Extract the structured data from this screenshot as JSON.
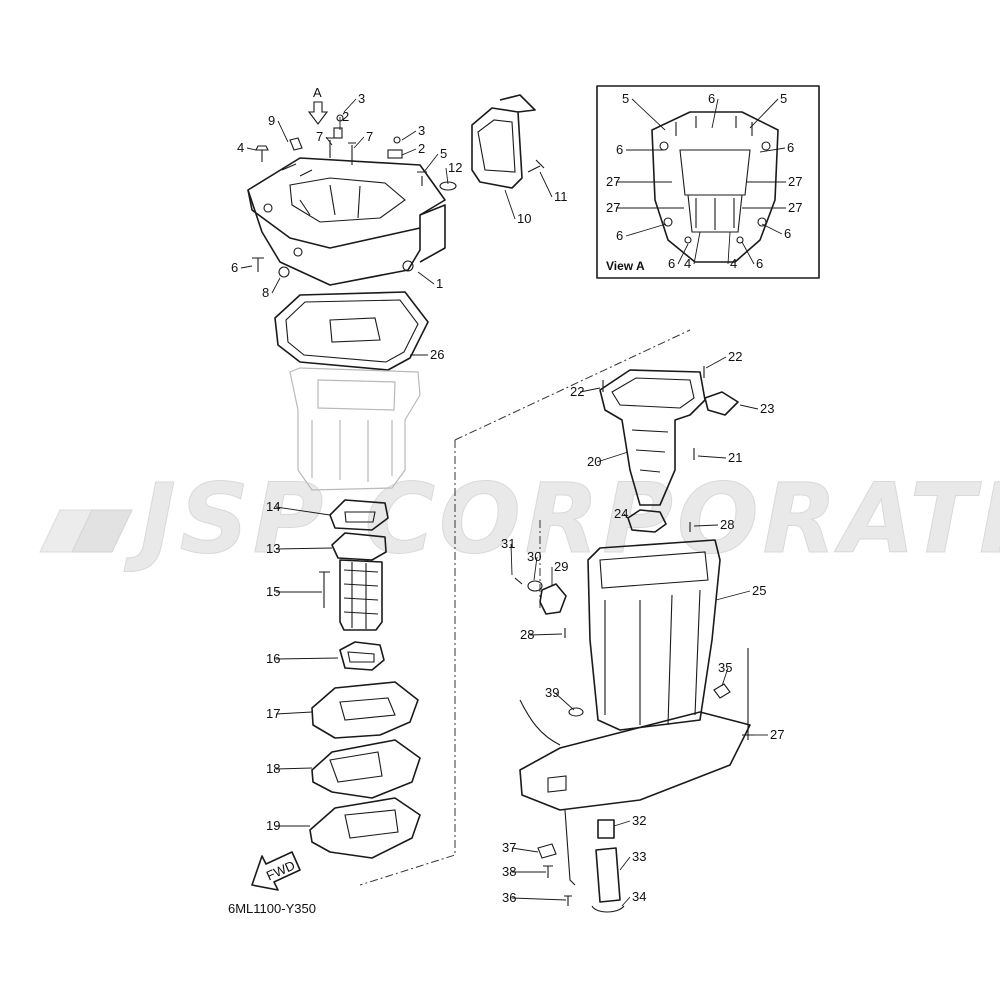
{
  "watermark": "JSP CORPORATION",
  "figure_code": "6ML1100-Y350",
  "view_arrow_label": "A",
  "fwd_label": "FWD",
  "inset": {
    "title": "View A"
  },
  "callouts": [
    {
      "id": "c1",
      "text": "1"
    },
    {
      "id": "c2a",
      "text": "2"
    },
    {
      "id": "c2b",
      "text": "2"
    },
    {
      "id": "c3a",
      "text": "3"
    },
    {
      "id": "c3b",
      "text": "3"
    },
    {
      "id": "c4",
      "text": "4"
    },
    {
      "id": "c5",
      "text": "5"
    },
    {
      "id": "c6",
      "text": "6"
    },
    {
      "id": "c7a",
      "text": "7"
    },
    {
      "id": "c7b",
      "text": "7"
    },
    {
      "id": "c8",
      "text": "8"
    },
    {
      "id": "c9",
      "text": "9"
    },
    {
      "id": "c10",
      "text": "10"
    },
    {
      "id": "c11",
      "text": "11"
    },
    {
      "id": "c12",
      "text": "12"
    },
    {
      "id": "c13",
      "text": "13"
    },
    {
      "id": "c14",
      "text": "14"
    },
    {
      "id": "c15",
      "text": "15"
    },
    {
      "id": "c16",
      "text": "16"
    },
    {
      "id": "c17",
      "text": "17"
    },
    {
      "id": "c18",
      "text": "18"
    },
    {
      "id": "c19",
      "text": "19"
    },
    {
      "id": "c20",
      "text": "20"
    },
    {
      "id": "c21",
      "text": "21"
    },
    {
      "id": "c22a",
      "text": "22"
    },
    {
      "id": "c22b",
      "text": "22"
    },
    {
      "id": "c23",
      "text": "23"
    },
    {
      "id": "c24",
      "text": "24"
    },
    {
      "id": "c25",
      "text": "25"
    },
    {
      "id": "c26",
      "text": "26"
    },
    {
      "id": "c27",
      "text": "27"
    },
    {
      "id": "c28a",
      "text": "28"
    },
    {
      "id": "c28b",
      "text": "28"
    },
    {
      "id": "c29",
      "text": "29"
    },
    {
      "id": "c30",
      "text": "30"
    },
    {
      "id": "c31",
      "text": "31"
    },
    {
      "id": "c32",
      "text": "32"
    },
    {
      "id": "c33",
      "text": "33"
    },
    {
      "id": "c34",
      "text": "34"
    },
    {
      "id": "c35",
      "text": "35"
    },
    {
      "id": "c36",
      "text": "36"
    },
    {
      "id": "c37",
      "text": "37"
    },
    {
      "id": "c38",
      "text": "38"
    },
    {
      "id": "c39",
      "text": "39"
    }
  ],
  "inset_callouts": [
    {
      "id": "v5a",
      "text": "5"
    },
    {
      "id": "v6a",
      "text": "6"
    },
    {
      "id": "v5b",
      "text": "5"
    },
    {
      "id": "v6b",
      "text": "6"
    },
    {
      "id": "v6c",
      "text": "6"
    },
    {
      "id": "v27a",
      "text": "27"
    },
    {
      "id": "v27b",
      "text": "27"
    },
    {
      "id": "v27c",
      "text": "27"
    },
    {
      "id": "v27d",
      "text": "27"
    },
    {
      "id": "v6d",
      "text": "6"
    },
    {
      "id": "v6e",
      "text": "6"
    },
    {
      "id": "v6f",
      "text": "6"
    },
    {
      "id": "v4a",
      "text": "4"
    },
    {
      "id": "v4b",
      "text": "4"
    },
    {
      "id": "v6g",
      "text": "6"
    }
  ]
}
